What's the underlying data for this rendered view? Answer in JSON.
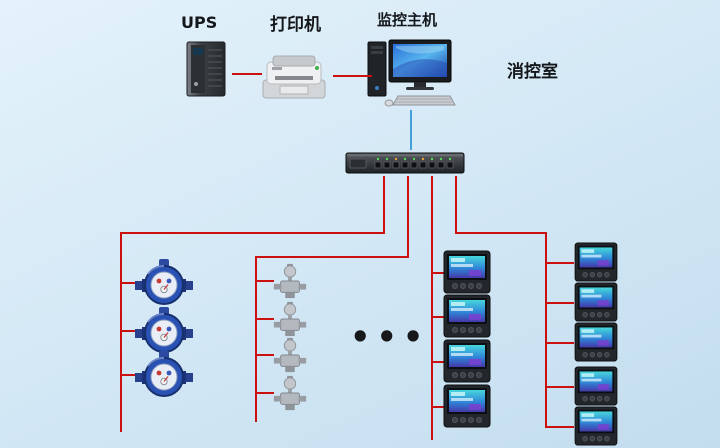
{
  "diagram": {
    "labels": {
      "ups": "UPS",
      "printer": "打印机",
      "host": "监控主机",
      "room": "消控室",
      "ellipsis": "•••"
    },
    "colors": {
      "bg_top": "#e4f2fb",
      "bg_mid": "#d2e7f5",
      "bg_bottom": "#c3ddee",
      "cable_red": "#cc1010",
      "cable_blue": "#44a0d9"
    },
    "counts": {
      "water_meters": 3,
      "valves": 4,
      "inner_meters": 4,
      "outer_meters": 5
    }
  }
}
